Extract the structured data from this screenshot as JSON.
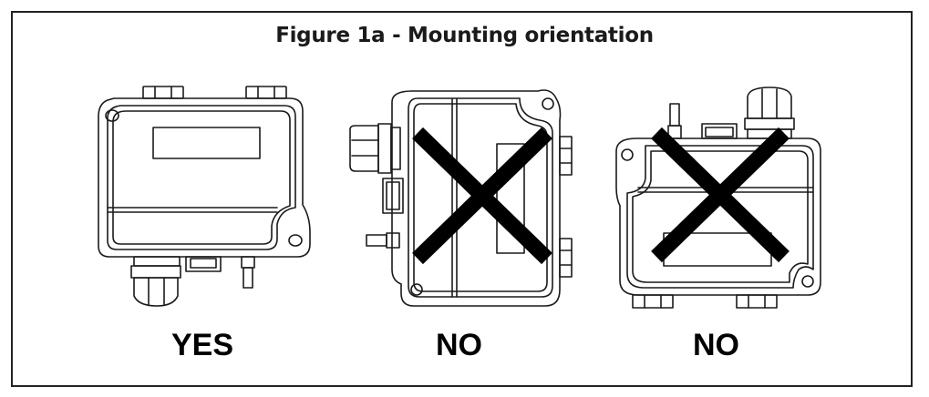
{
  "figure": {
    "title": "Figure 1a - Mounting orientation"
  },
  "panels": [
    {
      "caption": "YES",
      "status": "allowed"
    },
    {
      "caption": "NO",
      "status": "not-allowed"
    },
    {
      "caption": "NO",
      "status": "not-allowed"
    }
  ],
  "colors": {
    "line": "#1a1a1a",
    "cross": "#000000",
    "background": "#ffffff"
  }
}
